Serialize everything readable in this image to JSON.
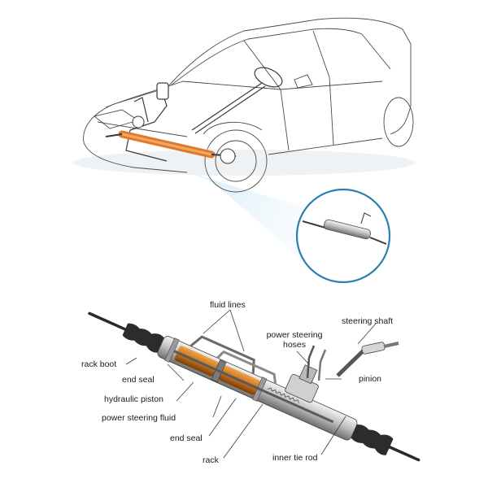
{
  "labels": {
    "fluid_lines": "fluid lines",
    "steering_shaft": "steering shaft",
    "power_steering_hoses": "power steering hoses",
    "rack_boot": "rack boot",
    "end_seal_1": "end seal",
    "pinion": "pinion",
    "hydraulic_piston": "hydraulic piston",
    "power_steering_fluid": "power steering fluid",
    "end_seal_2": "end seal",
    "rack": "rack",
    "inner_tie_rod": "inner tie rod"
  },
  "colors": {
    "line": "#3a3a3a",
    "highlight": "#e07a2a",
    "fluid": "#c9741d",
    "zoom_ring": "#2b7fb0",
    "beam": "#bfe0f5"
  }
}
